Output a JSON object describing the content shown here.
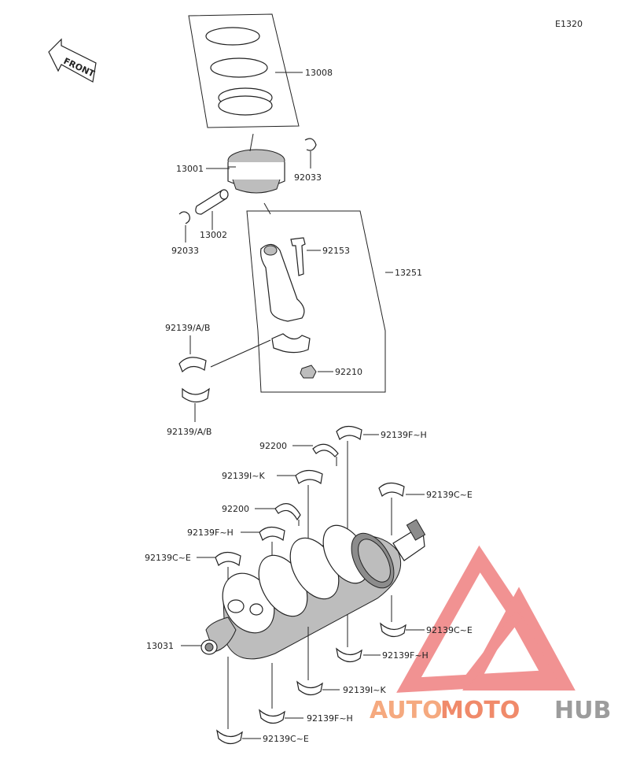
{
  "diagram_code": "E1320",
  "front_label": "FRONT",
  "parts": {
    "rings": "13008",
    "piston": "13001",
    "circlip_right": "92033",
    "piston_pin": "13002",
    "circlip_left": "92033",
    "rod_bolt": "92153",
    "rod_assembly": "13251",
    "rod_bearing_upper": "92139/A/B",
    "rod_nut": "92210",
    "rod_bearing_lower": "92139/A/B",
    "thrust_upper": "92200",
    "main_bearing_fh_top": "92139F~H",
    "main_bearing_ik_top": "92139I~K",
    "main_bearing_ce_top": "92139C~E",
    "thrust_lower": "92200",
    "main_bearing_fh_mid": "92139F~H",
    "main_bearing_ce_left": "92139C~E",
    "crankshaft": "13031",
    "main_bearing_ce_right": "92139C~E",
    "main_bearing_fh_low": "92139F~H",
    "main_bearing_ik_low": "92139I~K",
    "main_bearing_fh_bottom": "92139F~H",
    "main_bearing_ce_bottom": "92139C~E"
  },
  "watermark": {
    "part1": "AUTO",
    "part2": "MOTO",
    "part3": "HUB"
  },
  "colors": {
    "watermark_red": "#e63a3a",
    "watermark_orange": "#f5a97f",
    "watermark_grey": "#9c9c9c"
  }
}
